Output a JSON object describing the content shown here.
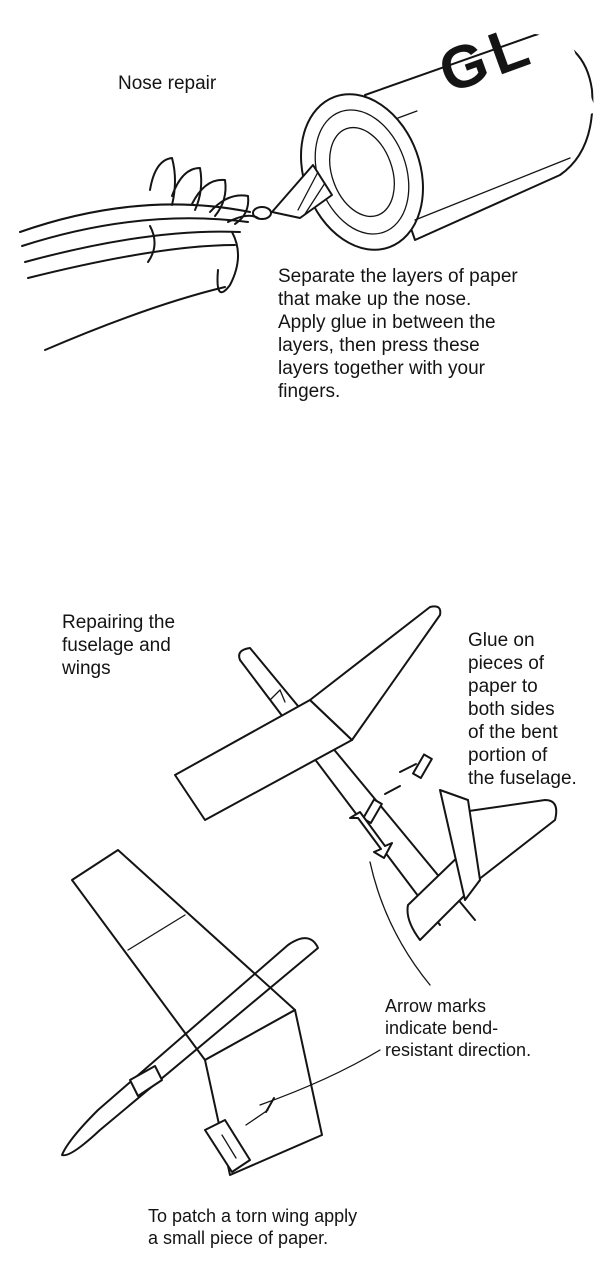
{
  "nose_section": {
    "title": "Nose repair",
    "tube_label": "GL",
    "instructions": "Separate the layers of paper\nthat make up the nose.\nApply glue in between the\nlayers, then press these\nlayers together with your\nfingers."
  },
  "fuselage_section": {
    "title": "Repairing the\nfuselage and\nwings",
    "glue_note": "Glue on\npieces of\npaper to\nboth sides\nof the bent\nportion of\nthe fuselage.",
    "arrow_note": "Arrow marks\nindicate bend-\nresistant direction.",
    "wing_note": "To patch a torn wing apply\na small piece of paper."
  }
}
